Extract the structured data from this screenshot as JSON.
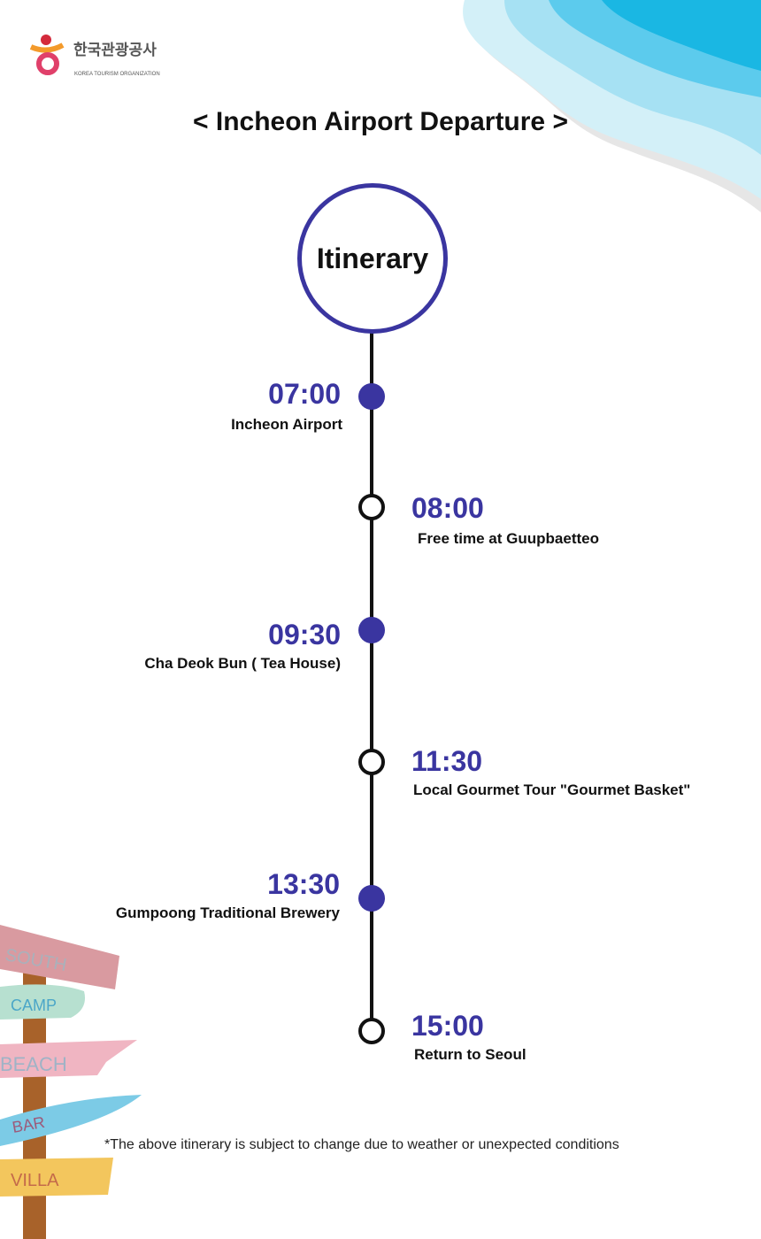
{
  "logo": {
    "korean": "한국관광공사",
    "english": "KOREA TOURISM ORGANIZATION"
  },
  "title": "< Incheon Airport Departure >",
  "circle_label": "Itinerary",
  "items": [
    {
      "time": "07:00",
      "desc": "Incheon Airport"
    },
    {
      "time": "08:00",
      "desc": "Free time at Guupbaetteo"
    },
    {
      "time": "09:30",
      "desc": "Cha Deok Bun ( Tea House)"
    },
    {
      "time": "11:30",
      "desc": "Local Gourmet Tour \"Gourmet Basket\""
    },
    {
      "time": "13:30",
      "desc": "Gumpoong Traditional Brewery"
    },
    {
      "time": "15:00",
      "desc": "Return to Seoul"
    }
  ],
  "signpost": [
    "SOUTH",
    "CAMP",
    "BEACH",
    "BAR",
    "VILLA"
  ],
  "note": "*The above itinerary is subject to change due to weather or unexpected conditions",
  "colors": {
    "accent": "#3a35a0"
  }
}
